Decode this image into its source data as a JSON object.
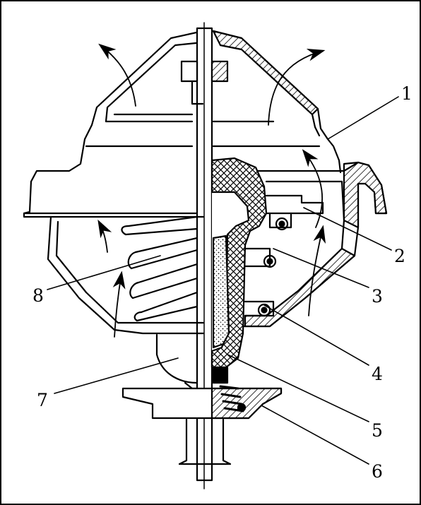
{
  "diagram": {
    "callouts": [
      {
        "id": "1",
        "label": "1"
      },
      {
        "id": "2",
        "label": "2"
      },
      {
        "id": "3",
        "label": "3"
      },
      {
        "id": "4",
        "label": "4"
      },
      {
        "id": "5",
        "label": "5"
      },
      {
        "id": "6",
        "label": "6"
      },
      {
        "id": "7",
        "label": "7"
      },
      {
        "id": "8",
        "label": "8"
      }
    ],
    "colors": {
      "ink": "#000000",
      "paper": "#ffffff",
      "hatch": "#000000"
    }
  }
}
